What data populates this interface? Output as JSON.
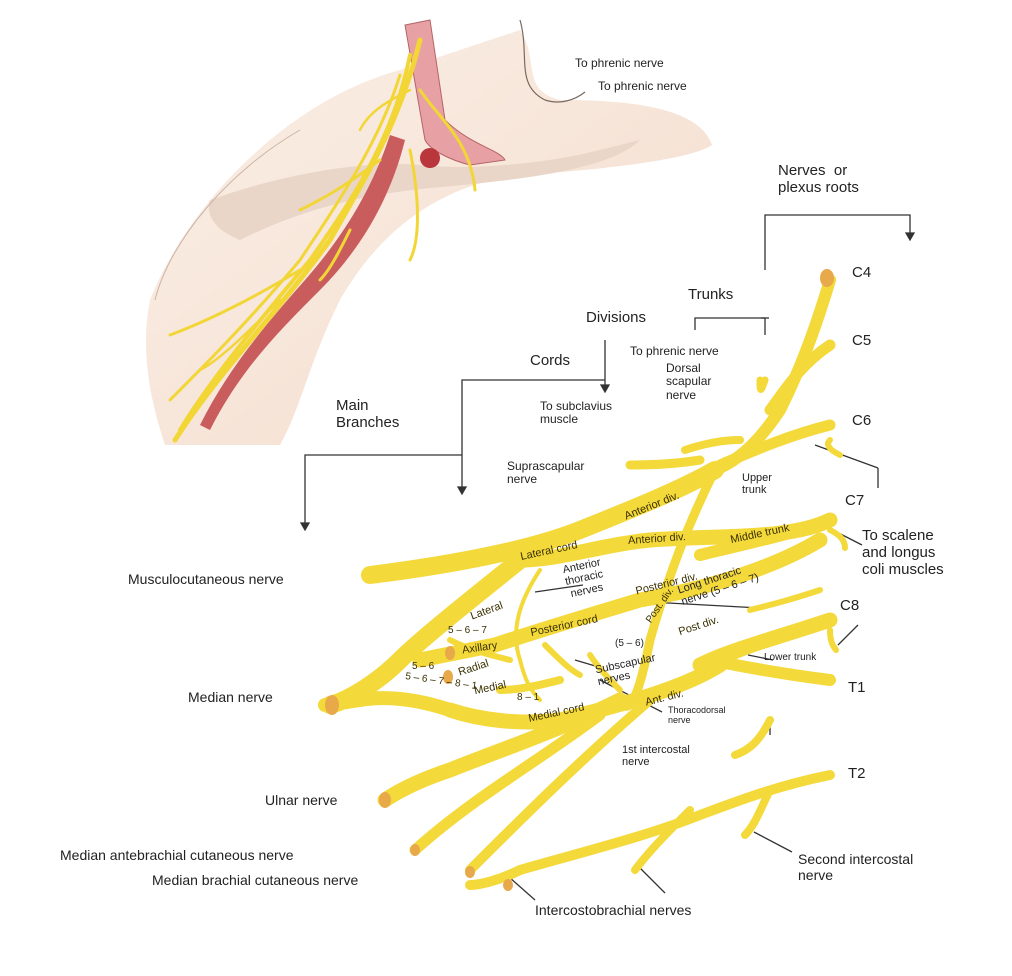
{
  "colors": {
    "nerve": "#f7de3c",
    "nerve_outline": "#d9b71e",
    "artery": "#c0504d",
    "artery_light": "#e79c9c",
    "skin": "#f7e5d8",
    "skin_shadow": "#e6d1c3",
    "bracket": "#333333"
  },
  "top_labels": {
    "phrenic_1": "To phrenic nerve",
    "phrenic_2": "To phrenic nerve"
  },
  "hierarchy": {
    "roots": "Nerves  or\nplexus roots",
    "trunks": "Trunks",
    "divisions": "Divisions",
    "cords": "Cords",
    "branches": "Main\nBranches"
  },
  "roots": {
    "c4": "C4",
    "c5": "C5",
    "c6": "C6",
    "c7": "C7",
    "c8": "C8",
    "t1": "T1",
    "t2": "T2"
  },
  "branch_labels": {
    "phrenic_3": "To phrenic nerve",
    "dorsal_scapular": "Dorsal\nscapular\nnerve",
    "subclavius": "To subclavius\nmuscle",
    "suprascapular": "Suprascapular\nnerve",
    "upper_trunk": "Upper\ntrunk",
    "scalene": "To scalene\nand longus\ncoli muscles",
    "musculocutaneous": "Musculocutaneous  nerve",
    "anterior_thoracic": "Anterior\nthoracic\nnerves",
    "long_thoracic": "Long thoracic\nnerve (5 – 6 – 7)",
    "lower_trunk": "Lower trunk",
    "subscapular": "Subscapular\nnerves",
    "subscap_num": "(5 – 6)",
    "thoracodorsal": "Thoracodorsal\nnerve",
    "median": "Median nerve",
    "first_intercostal": "1st intercostal\nnerve",
    "ulnar": "Ulnar nerve",
    "med_antebrachial": "Median antebrachial  cutaneous nerve",
    "med_brachial": "Median brachial cutaneous nerve",
    "second_intercostal": "Second intercostal\nnerve",
    "intercostobrachial": "Intercostobrachial   nerves"
  },
  "nerve_text": {
    "lateral_cord": "Lateral cord",
    "anterior_div_1": "Anterior div.",
    "anterior_div_2": "Anterior div.",
    "middle_trunk": "Middle trunk",
    "posterior_div": "Posterior div.",
    "post_div": "Post div.",
    "post_div_vert": "Post. div.",
    "posterior_cord": "Posterior cord",
    "ant_div": "Ant. div.",
    "medial_cord": "Medial cord",
    "lateral": "Lateral",
    "axillary": "Axillary",
    "radial": "Radial",
    "medial": "Medial",
    "num_567": "5 – 6 – 7",
    "num_56": "5 – 6",
    "num_5678": "5 – 6 – 7 – 8 – 1",
    "num_81": "8 – 1"
  }
}
